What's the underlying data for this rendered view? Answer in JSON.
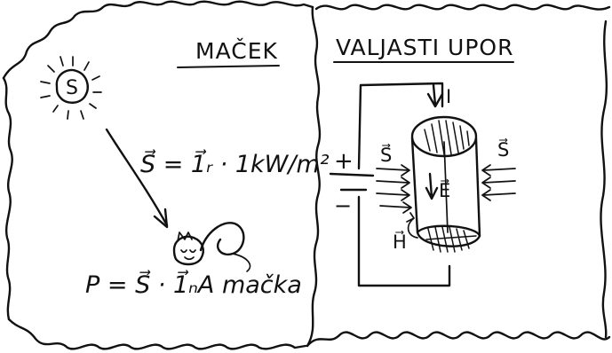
{
  "left_panel": {
    "title": "MAČEK",
    "sun_label": "S",
    "formula_s": "S⃗ = 1⃗ᵣ · 1kW/m²",
    "formula_p": "P = S⃗ · 1⃗ₙA mačka"
  },
  "right_panel": {
    "title": "VALJASTI UPOR",
    "current_label": "I",
    "field_e": "E⃗",
    "field_h": "H⃗",
    "poynting_left": "S⃗",
    "poynting_right": "S⃗",
    "battery_plus": "+",
    "battery_minus": "−"
  },
  "colors": {
    "ink": "#111111",
    "paper": "#ffffff"
  }
}
